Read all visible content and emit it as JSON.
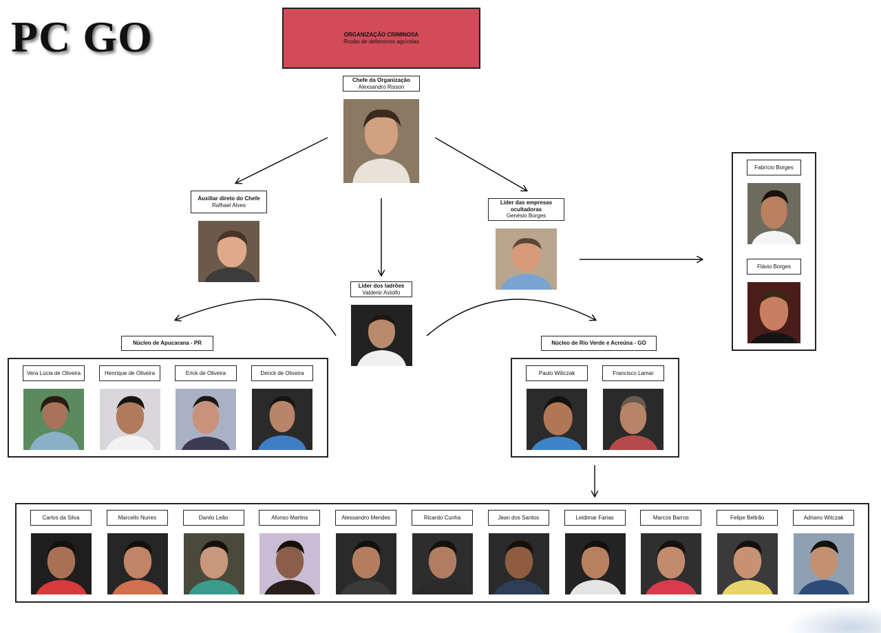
{
  "logo": "PC GO",
  "org": {
    "title": "ORGANIZAÇÃO CRIMINOSA",
    "subtitle": "Roubo de defensivos agrícolas"
  },
  "chief": {
    "role": "Chefe da Organização",
    "name": "Alexsandro Risson"
  },
  "assistant": {
    "role": "Auxiliar direto do Chefe",
    "name": "Rafhael Alves"
  },
  "front_leader": {
    "role": "Líder das empresas ocultadoras",
    "name": "Genésio Borges"
  },
  "thieves_leader": {
    "role": "Líder dos ladrões",
    "name": "Valdenir Astolfo"
  },
  "borges_group": [
    "Fabrício Borges",
    "Flávio Borges"
  ],
  "apucarana": {
    "title": "Núcleo de Apucarana - PR",
    "members": [
      "Vera Lúcia de Oliveira",
      "Henrique de Oliveira",
      "Erick de Oliveira",
      "Derick de Oliveira"
    ]
  },
  "rioverde": {
    "title": "Núcleo de Rio Verde e Acreúna - GO",
    "members": [
      "Paulo Witiczak",
      "Francisco Lamar"
    ]
  },
  "bottom_members": [
    "Carlos da Silva",
    "Marcello Nunes",
    "Danilo Leão",
    "Afonso Martins",
    "Alessandro Mendes",
    "Ricardo Cunha",
    "Jean dos Santos",
    "Leidimar Farias",
    "Marcos Barros",
    "Felipe Beltrão",
    "Adriano Witczak"
  ],
  "colors": {
    "org_box": "#d24b58",
    "border": "#222222"
  }
}
